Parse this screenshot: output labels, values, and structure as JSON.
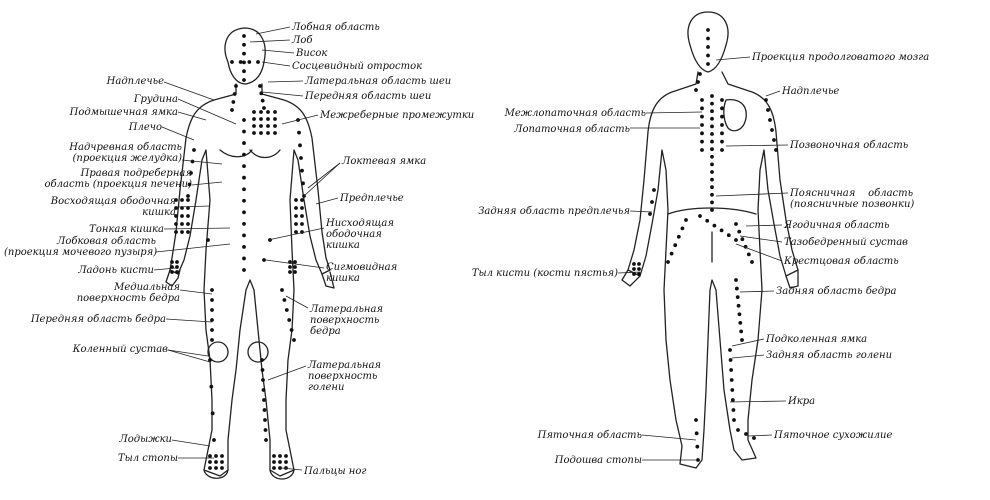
{
  "front_labels": {
    "forehead_region": "Лобная область",
    "forehead": "Лоб",
    "temple": "Висок",
    "mastoid": "Сосцевидный отросток",
    "lateral_neck": "Латеральная область шеи",
    "anterior_neck": "Передняя область шеи",
    "intercostal": "Межреберные промежутки",
    "shoulder_girdle": "Надплечье",
    "sternum": "Грудина",
    "armpit": "Подмышечная ямка",
    "shoulder": "Плечо",
    "epigastric": "Надчревная область\n(проекция желудка)",
    "right_hypochondrium": "Правая подреберная\nобласть (проекция печени)",
    "ascending_colon": "Восходящая ободочная\nкишка",
    "small_intestine": "Тонкая кишка",
    "pubic": "Лобковая область\n(проекция мочевого пузыря)",
    "palm": "Ладонь кисти",
    "elbow_pit": "Локтевая ямка",
    "forearm": "Предплечье",
    "descending_colon": "Нисходящая\nободочная\nкишка",
    "sigmoid_colon": "Сигмовидная\nкишка",
    "medial_thigh": "Медиальная\nповерхность бедра",
    "anterior_thigh": "Передняя область бедра",
    "lateral_thigh": "Латеральная\nповерхность\nбедра",
    "knee": "Коленный сустав",
    "lateral_shin": "Латеральная\nповерхность\nголени",
    "ankles": "Лодыжки",
    "foot_dorsum": "Тыл стопы",
    "toes": "Пальцы ног"
  },
  "back_labels": {
    "medulla": "Проекция продолговатого мозга",
    "shoulder_girdle": "Надплечье",
    "interscapular": "Межлопаточная область",
    "scapular": "Лопаточная область",
    "spinal": "Позвоночная область",
    "lumbar": "Поясничная    область\n(поясничные позвонки)",
    "posterior_forearm": "Задняя область предплечья",
    "gluteal": "Ягодичная область",
    "hip_joint": "Тазобедренный сустав",
    "sacral": "Крестцовая область",
    "hand_back": "Тыл кисти (кости пястья)",
    "posterior_thigh": "Задняя область бедра",
    "popliteal": "Подколенная ямка",
    "posterior_shin": "Задняя область голени",
    "calf": "Икра",
    "heel": "Пяточная область",
    "achilles": "Пяточное сухожилие",
    "sole": "Подошва стопы"
  }
}
